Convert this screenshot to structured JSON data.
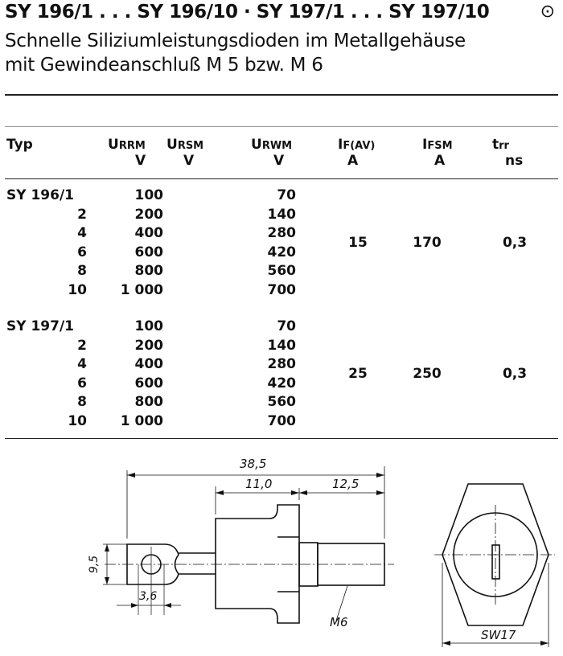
{
  "header": {
    "title": "SY 196/1 . . . SY 196/10 · SY 197/1 . . . SY 197/10",
    "symbol": "⊙",
    "subtitle_line1": "Schnelle Siliziumleistungsdioden im Metallgehäuse",
    "subtitle_line2": "mit Gewindeanschluß M 5 bzw. M 6"
  },
  "table": {
    "headers": [
      {
        "main": "Typ",
        "unit": ""
      },
      {
        "main": "U",
        "sub": "RRM",
        "unit": "V"
      },
      {
        "main": "U",
        "sub": "RSM",
        "unit": "V"
      },
      {
        "main": "U",
        "sub": "RWM",
        "unit": "V"
      },
      {
        "main": "I",
        "sub": "F(AV)",
        "unit": "A"
      },
      {
        "main": "I",
        "sub": "FSM",
        "unit": "A"
      },
      {
        "main": "t",
        "sub": "rr",
        "unit": "ns"
      }
    ],
    "groups": [
      {
        "rows": [
          {
            "typ": "SY 196/1",
            "urrm": "100",
            "urwm": "70"
          },
          {
            "typ": "2",
            "urrm": "200",
            "urwm": "140"
          },
          {
            "typ": "4",
            "urrm": "400",
            "urwm": "280"
          },
          {
            "typ": "6",
            "urrm": "600",
            "urwm": "420"
          },
          {
            "typ": "8",
            "urrm": "800",
            "urwm": "560"
          },
          {
            "typ": "10",
            "urrm": "1 000",
            "urwm": "700"
          }
        ],
        "if_av": "15",
        "ifsm": "170",
        "trr": "0,3"
      },
      {
        "rows": [
          {
            "typ": "SY 197/1",
            "urrm": "100",
            "urwm": "70"
          },
          {
            "typ": "2",
            "urrm": "200",
            "urwm": "140"
          },
          {
            "typ": "4",
            "urrm": "400",
            "urwm": "280"
          },
          {
            "typ": "6",
            "urrm": "600",
            "urwm": "420"
          },
          {
            "typ": "8",
            "urrm": "800",
            "urwm": "560"
          },
          {
            "typ": "10",
            "urrm": "1 000",
            "urwm": "700"
          }
        ],
        "if_av": "25",
        "ifsm": "250",
        "trr": "0,3"
      }
    ]
  },
  "drawing": {
    "dim_total": "38,5",
    "dim_body": "11,0",
    "dim_thread": "12,5",
    "dim_lug_height": "9,5",
    "dim_hole": "3,6",
    "thread_label": "M6",
    "wrench_label": "SW17"
  }
}
